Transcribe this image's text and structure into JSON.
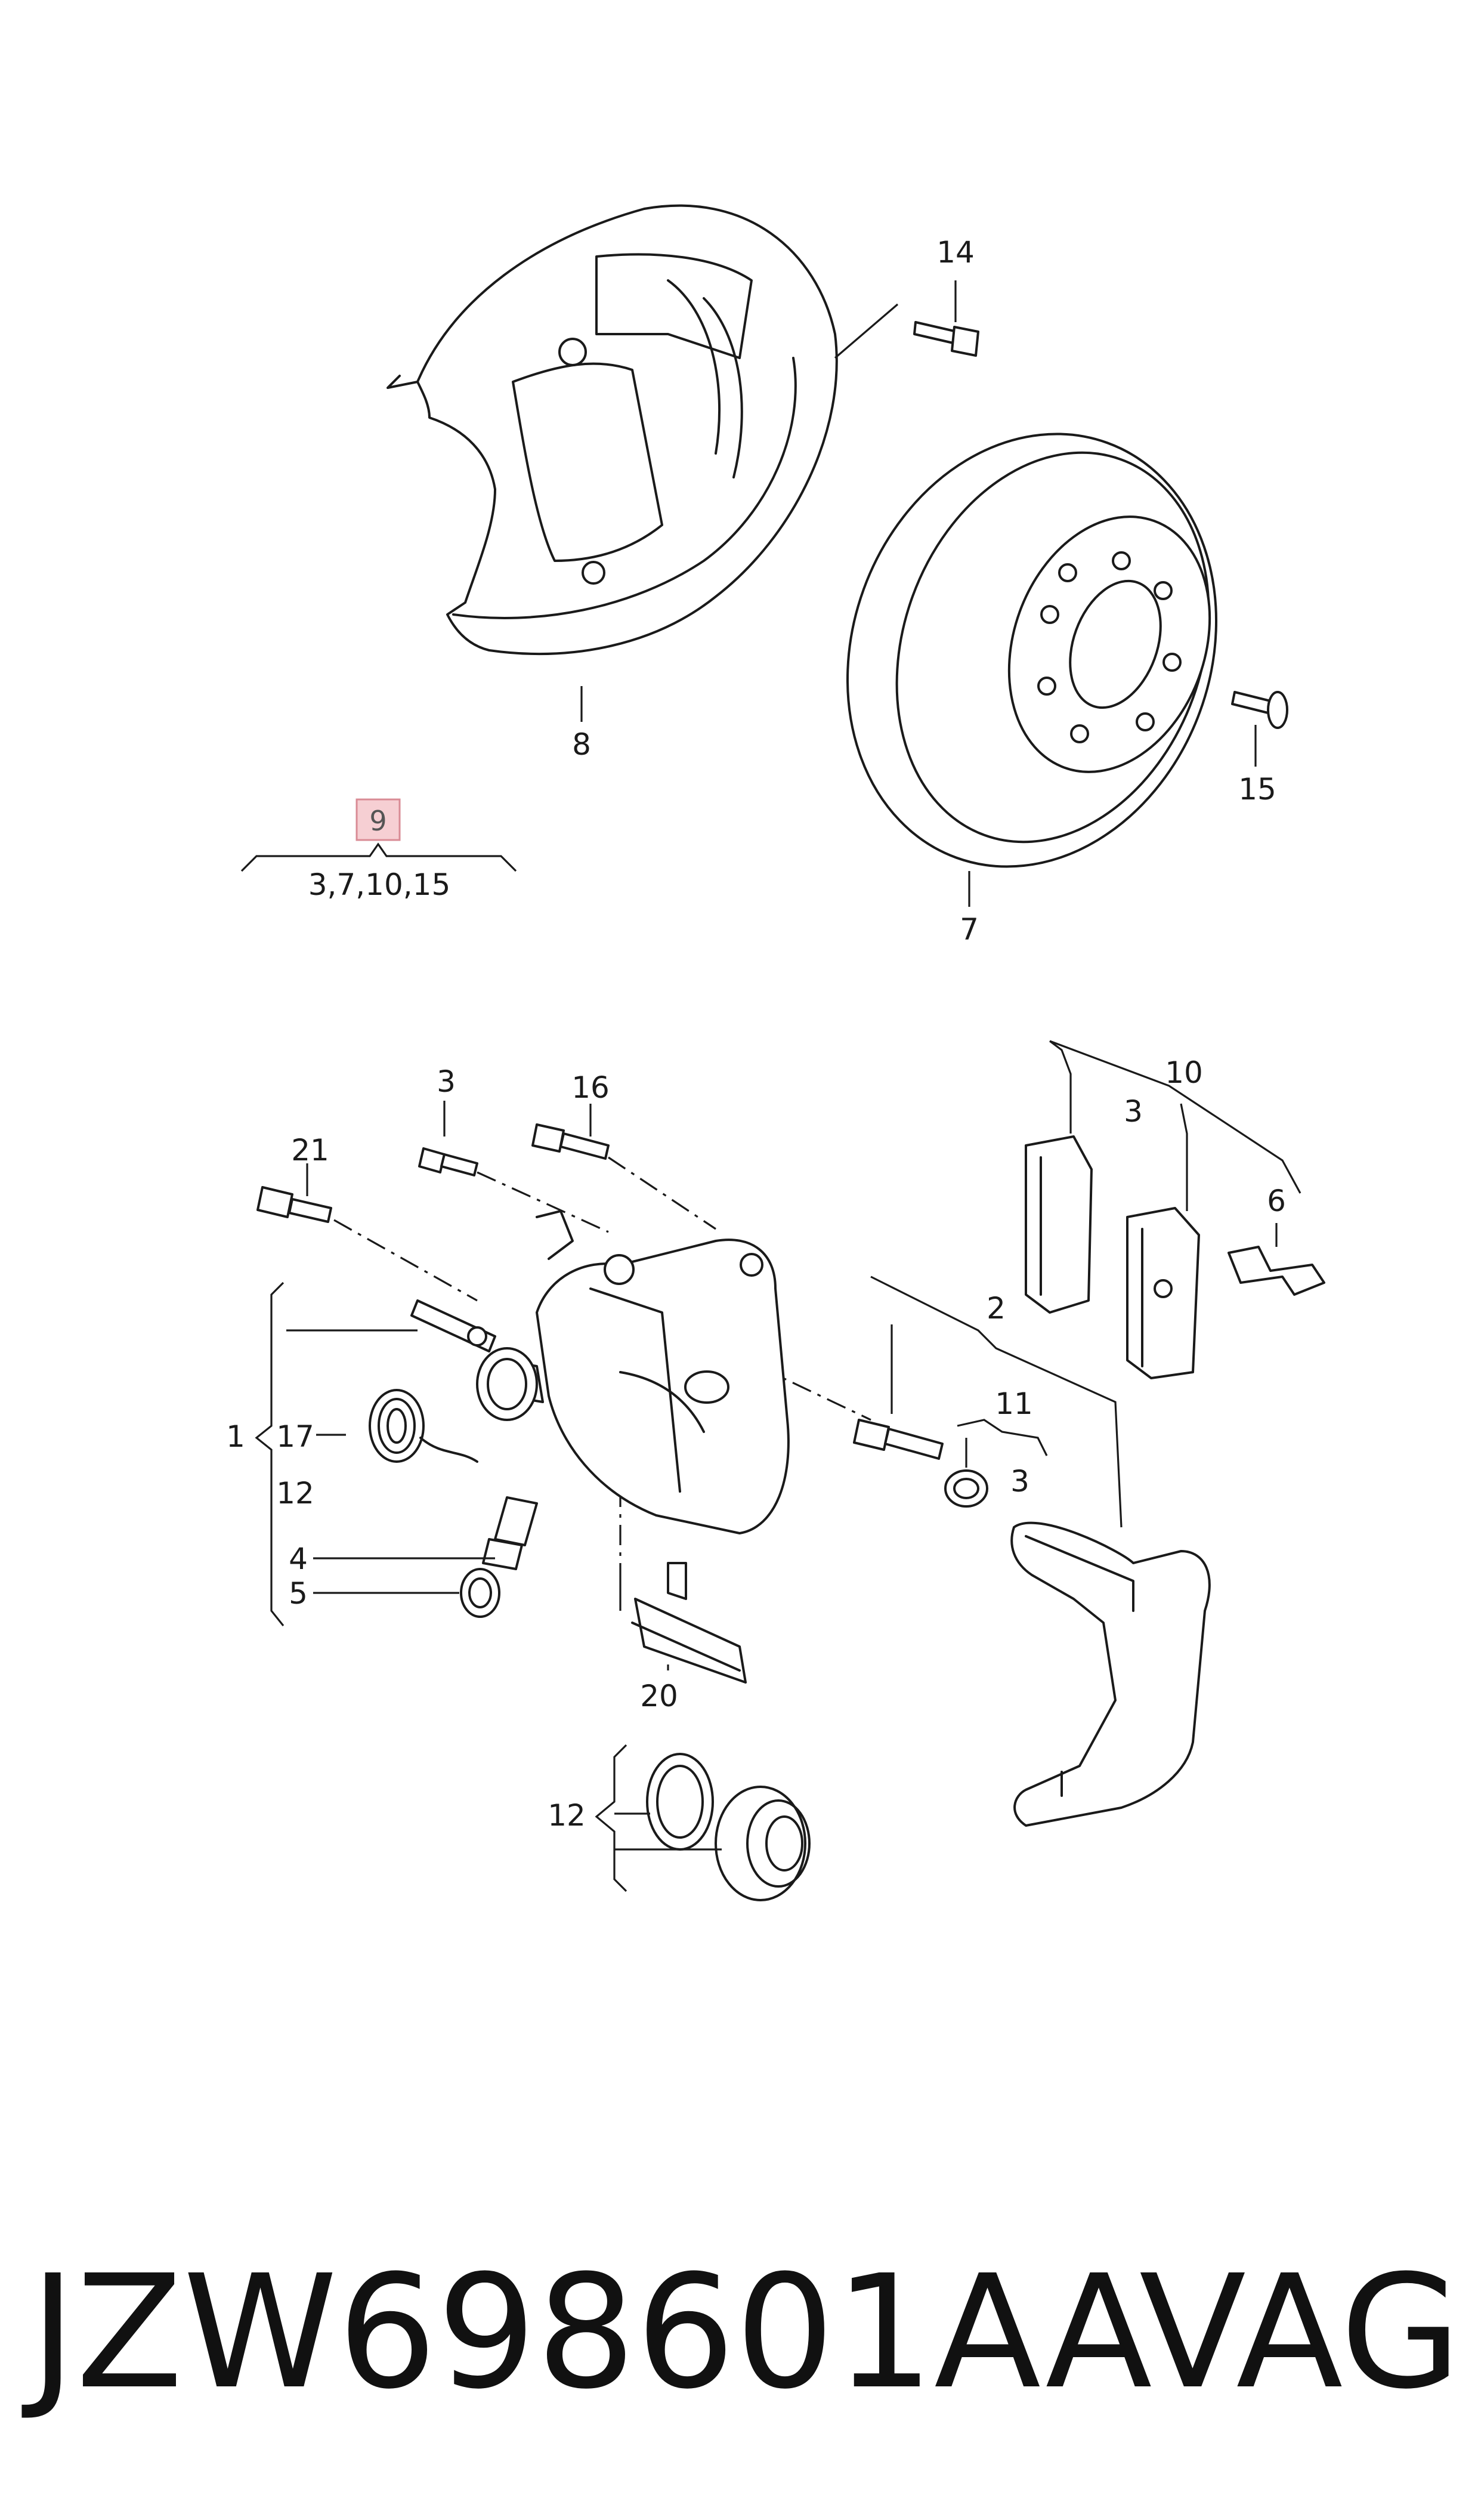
{
  "callouts": {
    "c14": "14",
    "c8": "8",
    "c15a": "15",
    "c7": "7",
    "c9": "9",
    "c9_sub": "3,7,10,15",
    "c3a": "3",
    "c16": "16",
    "c10": "10",
    "c3b": "3",
    "c21": "21",
    "c6": "6",
    "c2": "2",
    "c11": "11",
    "c3c": "3",
    "c1": "1",
    "c17": "17",
    "c12a": "12",
    "c4": "4",
    "c5": "5",
    "c20": "20",
    "c12b": "12"
  },
  "highlight_color": "#f6cfd3",
  "footer": {
    "part_number": "JZW698601AA",
    "brand": "VAG"
  }
}
